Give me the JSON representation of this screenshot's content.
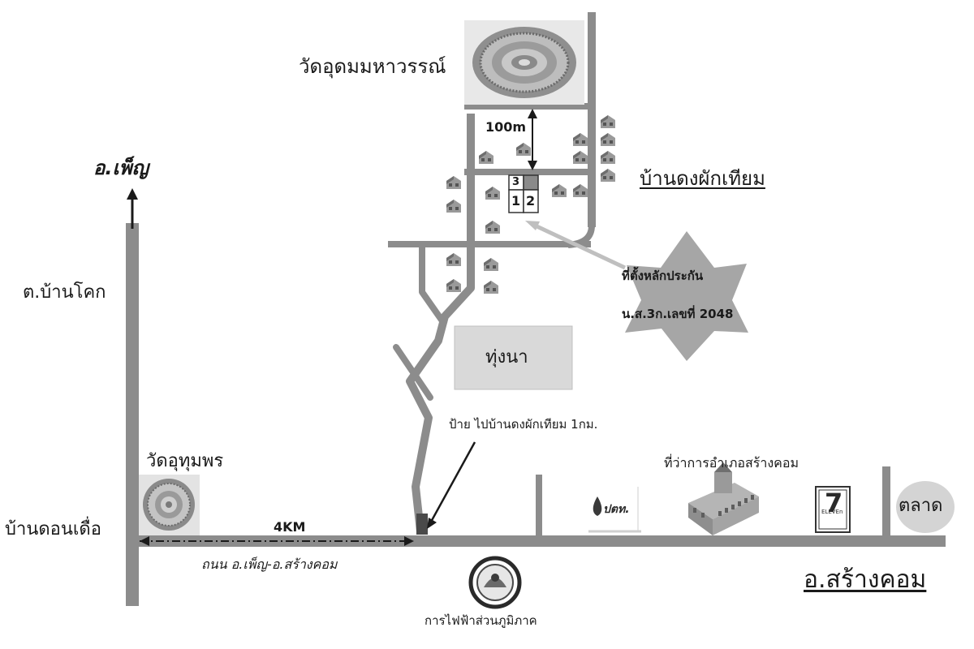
{
  "labels": {
    "temple_top": "วัดอุดมมหาวรรณ์",
    "distance_100m": "100m",
    "village": "บ้านดงผักเทียม",
    "district_pen": "อ.เพ็ญ",
    "subdistrict_ban_khok": "ต.บ้านโคก",
    "collateral_line1": "ที่ตั้งหลักประกัน",
    "collateral_line2": "น.ส.3ก.เลขที่ 2048",
    "rice_field": "ทุ่งนา",
    "sign": "ป้าย ไปบ้านดงผักเทียม 1กม.",
    "temple_bottom": "วัดอุทุมพร",
    "district_office": "ที่ว่าการอำเภอสร้างคอม",
    "village_don_duea": "บ้านดอนเดื่อ",
    "distance_4km": "4KM",
    "road_name": "ถนน อ.เพ็ญ-อ.สร้างคอม",
    "market": "ตลาด",
    "district_sang_khom": "อ.สร้างคอม",
    "electricity": "การไฟฟ้าส่วนภูมิภาค",
    "ptt": "ปตท.",
    "seven_eleven_num": "7",
    "seven_eleven_text": "ELEVEn"
  },
  "plots": [
    "1",
    "2",
    "3"
  ],
  "colors": {
    "road": "#8c8c8c",
    "road_dark": "#6f6f6f",
    "field_fill": "#d9d9d9",
    "star_fill": "#a6a6a6",
    "temple_ring": "#7a7a7a",
    "building": "#9a9a9a"
  },
  "icons": [
    "north-arrow-icon",
    "temple-icon",
    "house-icon",
    "star-marker-icon",
    "ptt-logo-icon",
    "office-building-icon",
    "seven-eleven-logo-icon",
    "electricity-authority-logo-icon"
  ]
}
